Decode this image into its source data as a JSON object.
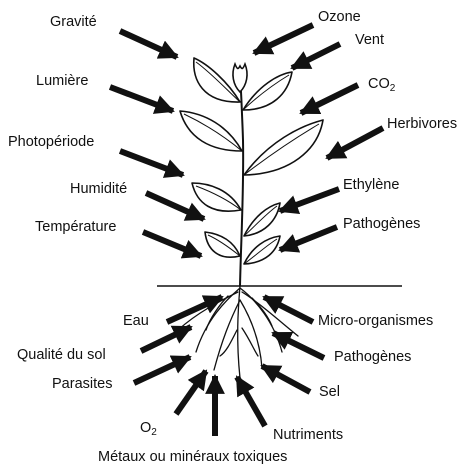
{
  "colors": {
    "ink": "#111111",
    "background": "#ffffff"
  },
  "aerial_factors": {
    "left": {
      "gravity": "Gravité",
      "light": "Lumière",
      "photoperiod": "Photopériode",
      "humidity": "Humidité",
      "temperature": "Température"
    },
    "right": {
      "ozone": "Ozone",
      "wind": "Vent",
      "co2_base": "CO",
      "co2_sub": "2",
      "herbivores": "Herbivores",
      "ethylene": "Ethylène",
      "pathogens": "Pathogènes"
    }
  },
  "soil_factors": {
    "left": {
      "water": "Eau",
      "soil_quality": "Qualité du sol",
      "parasites": "Parasites",
      "o2_base": "O",
      "o2_sub": "2"
    },
    "right": {
      "microorganisms": "Micro-organismes",
      "pathogens": "Pathogènes",
      "salt": "Sel",
      "nutrients": "Nutriments"
    },
    "bottom": {
      "toxic_metals": "Métaux ou minéraux toxiques"
    }
  }
}
